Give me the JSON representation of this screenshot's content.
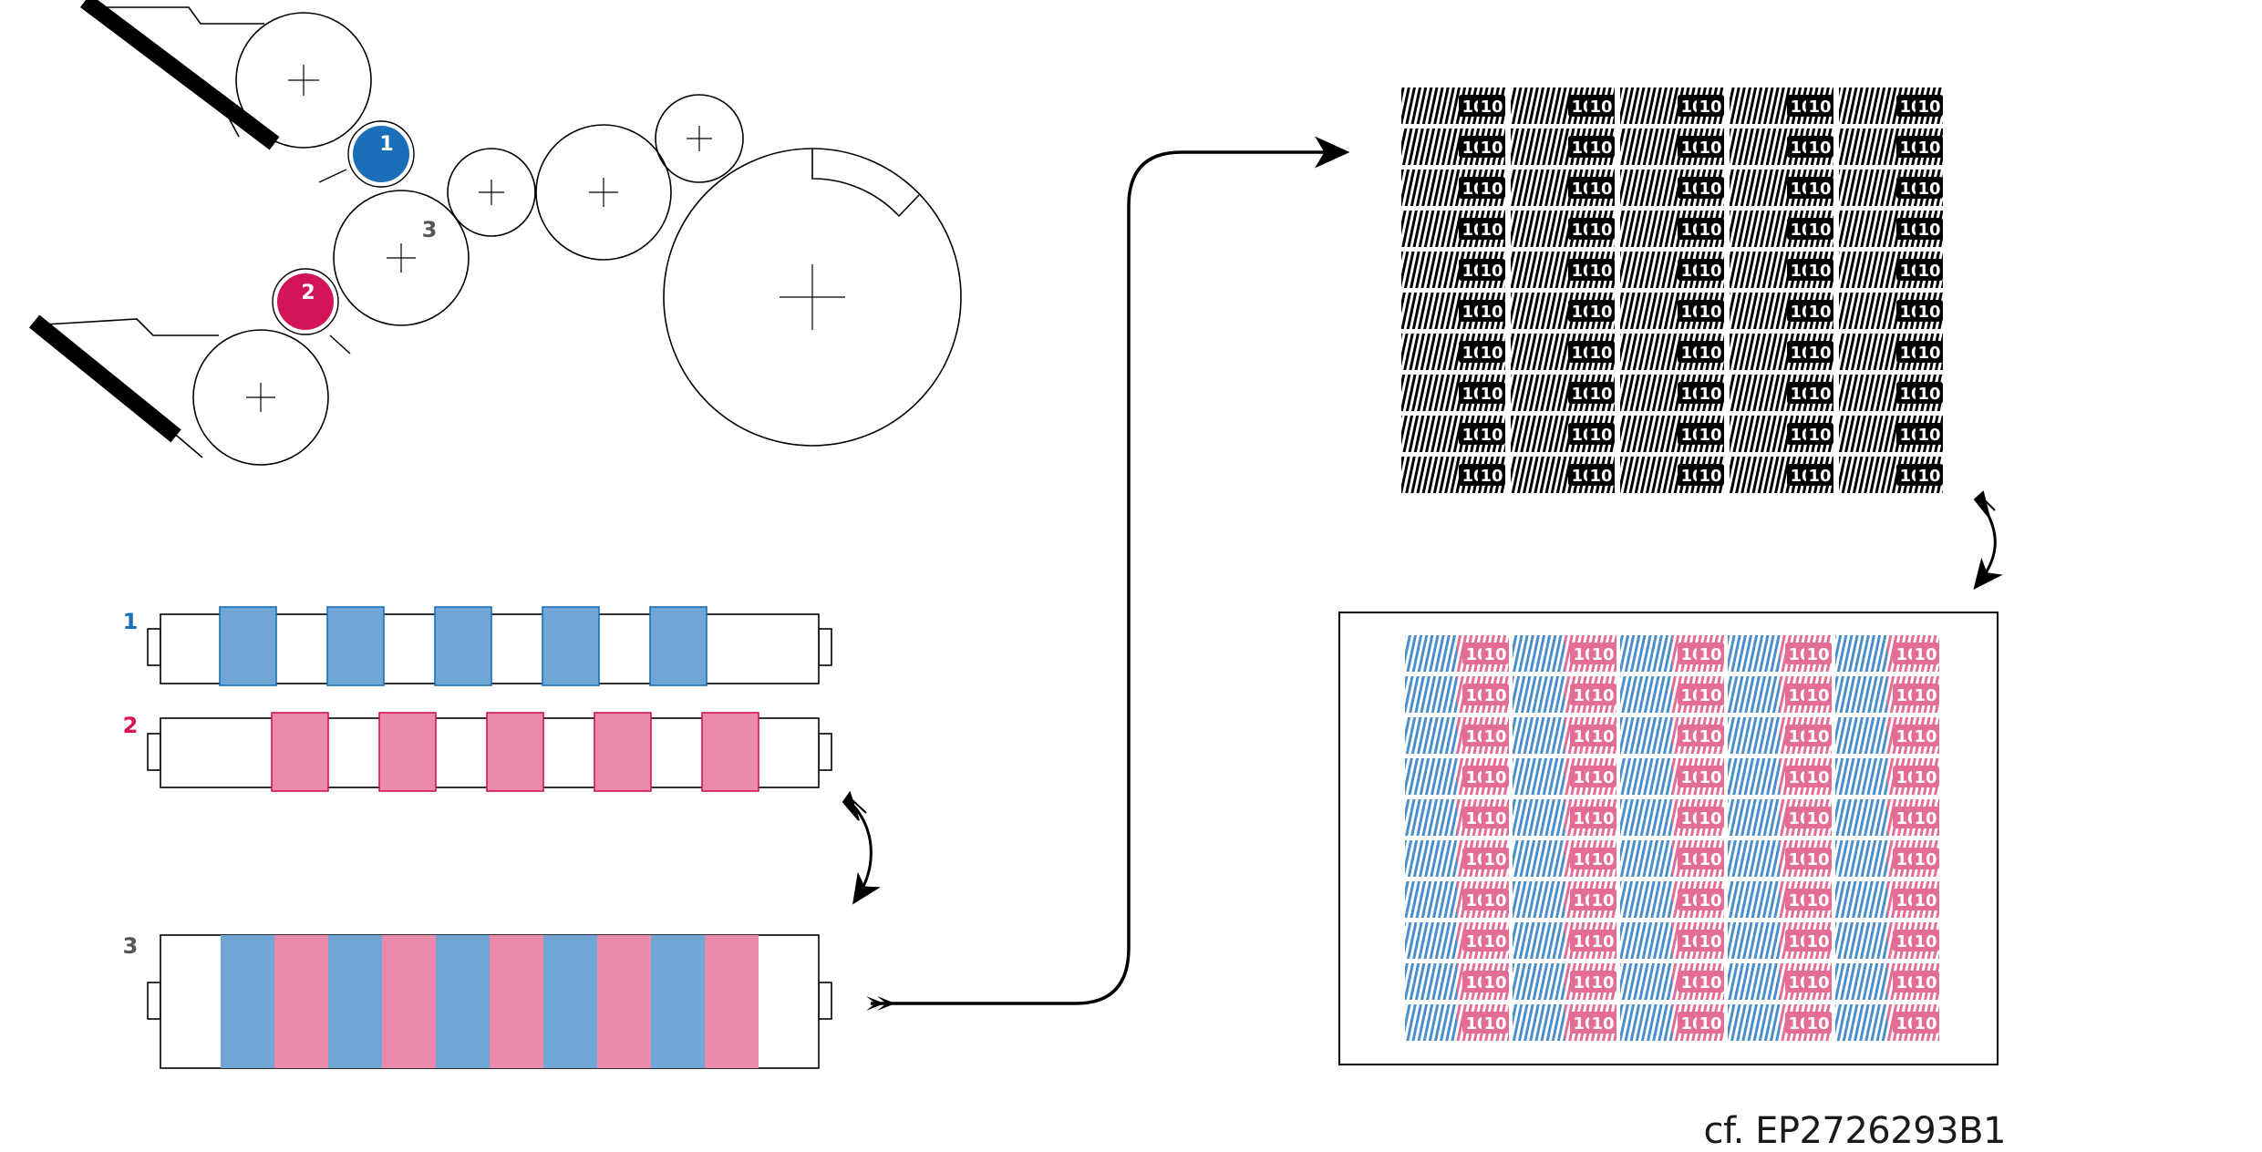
{
  "colors": {
    "blue": "#1a6fb8",
    "blue_fill": "#6fa6d6",
    "magenta": "#d4145a",
    "pink_fill": "#ec8aab",
    "grey": "#555555",
    "ink": "#000000"
  },
  "labels": {
    "cylinder_1": "1",
    "cylinder_2": "2",
    "cylinder_3": "3",
    "roll_1": "1",
    "roll_2": "2",
    "roll_3": "3"
  },
  "sheet": {
    "denomination": "10",
    "rows": 10,
    "columns": 5
  },
  "roll_patterns": {
    "roll_1": [
      "blue",
      "blue",
      "blue",
      "blue",
      "blue"
    ],
    "roll_2": [
      "pink",
      "pink",
      "pink",
      "pink",
      "pink"
    ],
    "roll_3": [
      "blue",
      "pink",
      "blue",
      "pink",
      "blue",
      "pink",
      "blue",
      "pink",
      "blue",
      "pink"
    ]
  },
  "icons": [
    "plus-icon",
    "arrow-icon",
    "curved-arrow-icon"
  ],
  "caption": "cf. EP2726293B1"
}
